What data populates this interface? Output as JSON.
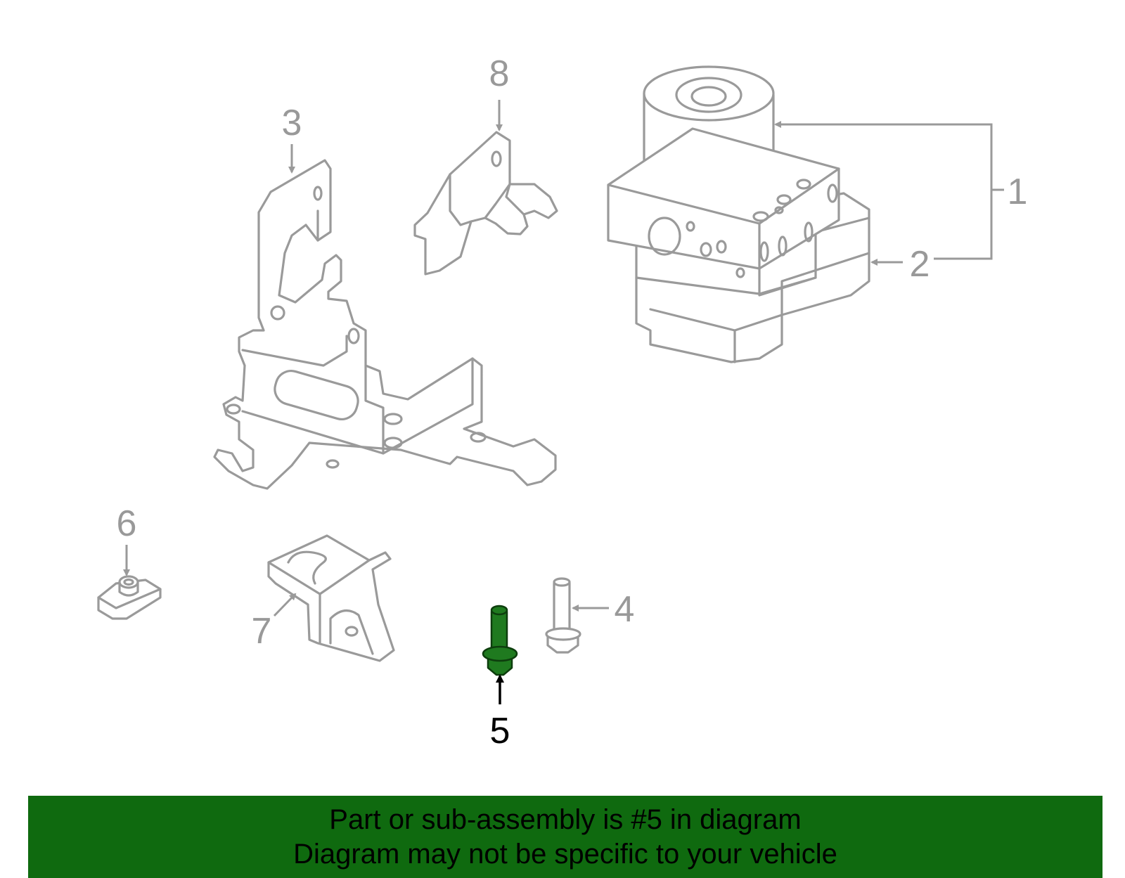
{
  "diagram": {
    "callouts": {
      "c1": "1",
      "c2": "2",
      "c3": "3",
      "c4": "4",
      "c5": "5",
      "c6": "6",
      "c7": "7",
      "c8": "8"
    },
    "highlighted_part": "5",
    "colors": {
      "part_outline": "#9a9a9a",
      "highlight_fill": "#1f7a1f",
      "banner_background": "#0f6a0f"
    }
  },
  "banner": {
    "line1": "Part or sub-assembly is #5 in diagram",
    "line2": "Diagram may not be specific to your vehicle"
  }
}
